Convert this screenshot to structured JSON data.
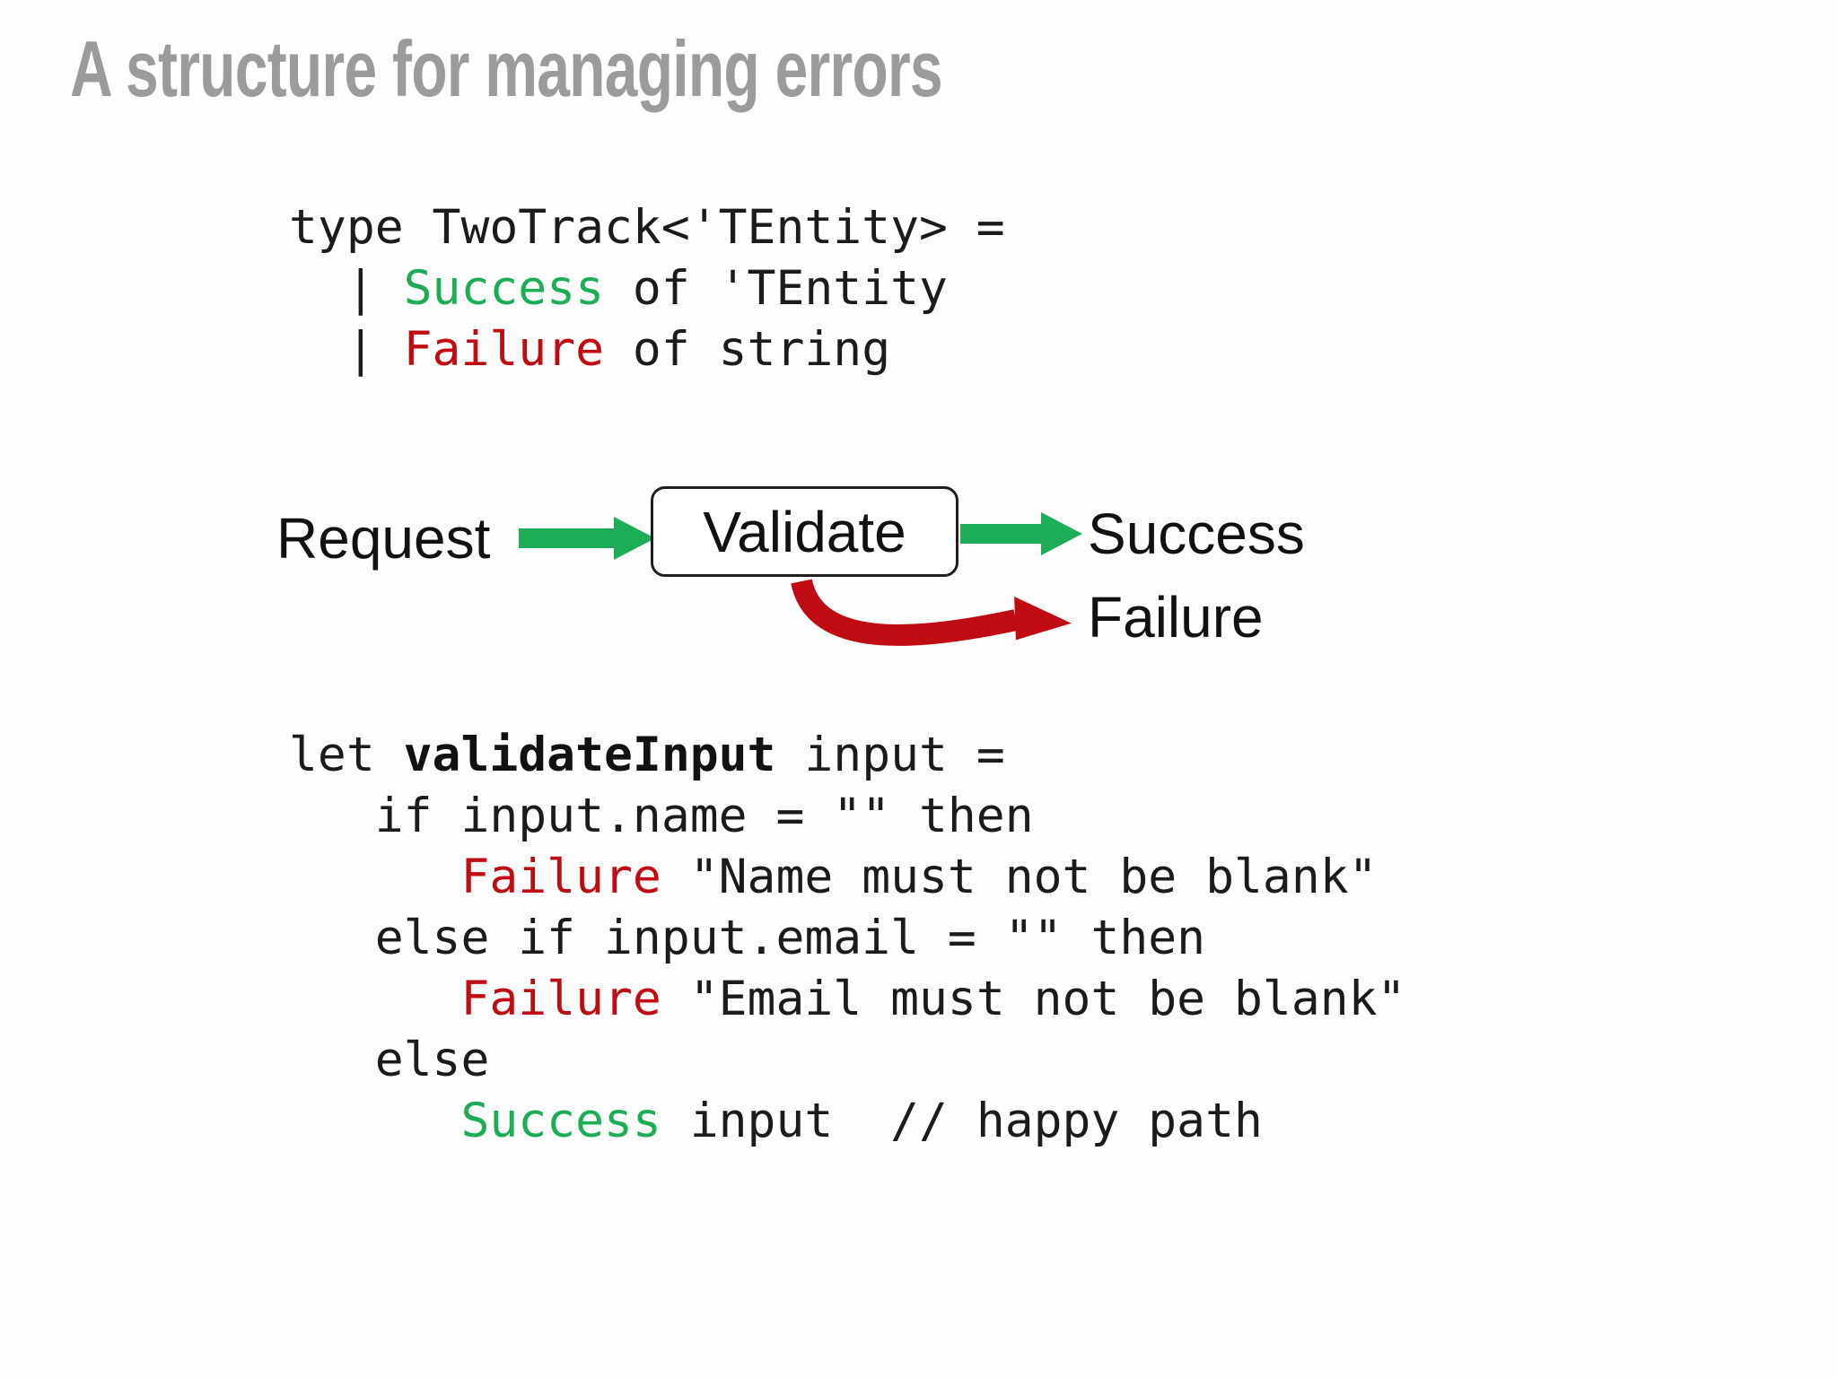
{
  "title": "A structure for managing errors",
  "colors": {
    "title_gray": "#9b9b9b",
    "code_black": "#1b1b1b",
    "green": "#1cad56",
    "red": "#c00b12",
    "box_border": "#1f1f1f",
    "background": "#fefefe"
  },
  "code_block_top": {
    "lines": [
      [
        {
          "t": "type TwoTrack<'TEntity> =",
          "s": "plain"
        }
      ],
      [
        {
          "t": "  | ",
          "s": "plain"
        },
        {
          "t": "Success",
          "s": "green"
        },
        {
          "t": " of 'TEntity",
          "s": "plain"
        }
      ],
      [
        {
          "t": "  | ",
          "s": "plain"
        },
        {
          "t": "Failure",
          "s": "red"
        },
        {
          "t": " of string",
          "s": "plain"
        }
      ]
    ]
  },
  "diagram": {
    "request_label": "Request",
    "validate_label": "Validate",
    "success_label": "Success",
    "failure_label": "Failure",
    "success_arrow_color": "#1cad56",
    "failure_arrow_color": "#c00b12"
  },
  "code_block_bottom": {
    "lines": [
      [
        {
          "t": "let ",
          "s": "plain"
        },
        {
          "t": "validateInput",
          "s": "bold"
        },
        {
          "t": " input =",
          "s": "plain"
        }
      ],
      [
        {
          "t": "   if input.name = \"\" then",
          "s": "plain"
        }
      ],
      [
        {
          "t": "      ",
          "s": "plain"
        },
        {
          "t": "Failure",
          "s": "red"
        },
        {
          "t": " \"Name must not be blank\"",
          "s": "plain"
        }
      ],
      [
        {
          "t": "   else if input.email = \"\" then",
          "s": "plain"
        }
      ],
      [
        {
          "t": "      ",
          "s": "plain"
        },
        {
          "t": "Failure",
          "s": "red"
        },
        {
          "t": " \"Email must not be blank\"",
          "s": "plain"
        }
      ],
      [
        {
          "t": "   else",
          "s": "plain"
        }
      ],
      [
        {
          "t": "      ",
          "s": "plain"
        },
        {
          "t": "Success",
          "s": "green"
        },
        {
          "t": " input  // happy path",
          "s": "plain"
        }
      ]
    ]
  }
}
